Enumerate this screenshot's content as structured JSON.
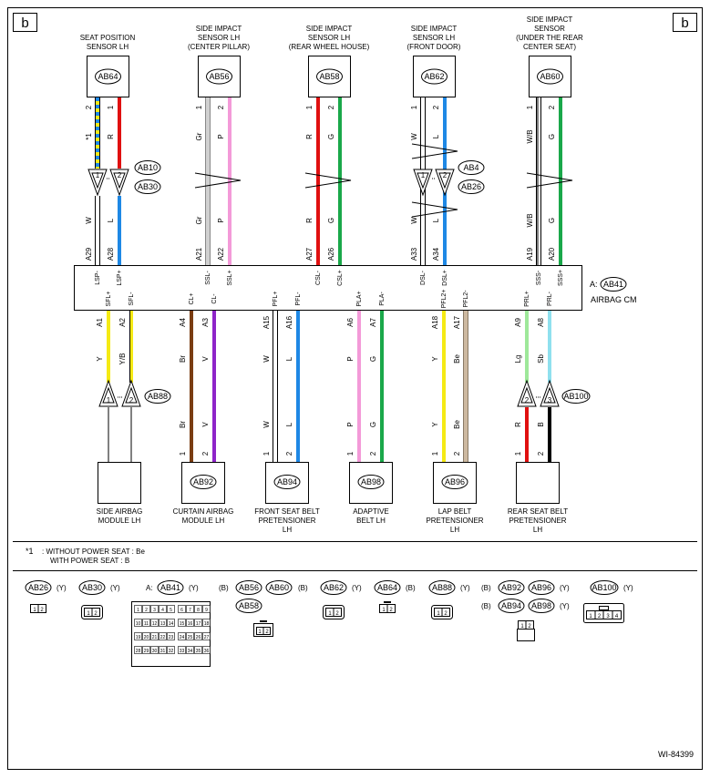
{
  "page": {
    "corner_label": "b",
    "doc_id": "WI-84399"
  },
  "sensors": [
    {
      "id": "seatpos",
      "name1": "SEAT POSITION",
      "name2": "SENSOR LH",
      "name3": "",
      "connector": "AB64",
      "pins": [
        "2",
        "1"
      ],
      "colors": [
        "*1",
        "R"
      ]
    },
    {
      "id": "sicp",
      "name1": "SIDE IMPACT",
      "name2": "SENSOR LH",
      "name3": "(CENTER PILLAR)",
      "connector": "AB56",
      "pins": [
        "1",
        "2"
      ],
      "colors": [
        "Gr",
        "P"
      ]
    },
    {
      "id": "sirw",
      "name1": "SIDE IMPACT",
      "name2": "SENSOR LH",
      "name3": "(REAR WHEEL HOUSE)",
      "connector": "AB58",
      "pins": [
        "1",
        "2"
      ],
      "colors": [
        "R",
        "G"
      ]
    },
    {
      "id": "sifd",
      "name1": "SIDE IMPACT",
      "name2": "SENSOR LH",
      "name3": "(FRONT DOOR)",
      "connector": "AB62",
      "pins": [
        "1",
        "2"
      ],
      "colors": [
        "W",
        "L"
      ]
    },
    {
      "id": "siurs",
      "name1": "SIDE IMPACT",
      "name2": "SENSOR",
      "name3": "(UNDER THE REAR",
      "name4": "CENTER SEAT)",
      "connector": "AB60",
      "pins": [
        "1",
        "2"
      ],
      "colors": [
        "W/B",
        "G"
      ]
    }
  ],
  "upper_wires": [
    {
      "terminal": "A29",
      "signal": "LSP-",
      "lower_color": "W",
      "stroke": "#ffffff"
    },
    {
      "terminal": "A28",
      "signal": "LSP+",
      "lower_color": "L",
      "stroke": "#1e88e5"
    },
    {
      "terminal": "A21",
      "signal": "SSL-",
      "lower_color": "Gr",
      "stroke": "#b0b0b0"
    },
    {
      "terminal": "A22",
      "signal": "SSL+",
      "lower_color": "P",
      "stroke": "#f39ad8"
    },
    {
      "terminal": "A27",
      "signal": "CSL-",
      "lower_color": "R",
      "stroke": "#e01010"
    },
    {
      "terminal": "A26",
      "signal": "CSL+",
      "lower_color": "G",
      "stroke": "#1aa84a"
    },
    {
      "terminal": "A33",
      "signal": "DSL-",
      "lower_color": "W",
      "stroke": "#ffffff"
    },
    {
      "terminal": "A34",
      "signal": "DSL+",
      "lower_color": "L",
      "stroke": "#1e88e5"
    },
    {
      "terminal": "A19",
      "signal": "SSS-",
      "lower_color": "W/B",
      "stroke": "#ffffff"
    },
    {
      "terminal": "A20",
      "signal": "SSS+",
      "lower_color": "G",
      "stroke": "#1aa84a"
    }
  ],
  "inline_connectors_upper": [
    {
      "a": "AB10",
      "b": "AB30",
      "pins": [
        "1",
        "2"
      ]
    },
    {
      "a": "AB4",
      "b": "AB26",
      "pins": [
        "1",
        "2"
      ]
    }
  ],
  "cm": {
    "prefix": "A:",
    "connector": "AB41",
    "name": "AIRBAG CM"
  },
  "lower_wires": [
    {
      "signal": "SFL+",
      "terminal": "A1",
      "color": "Y",
      "stroke": "#f5ea14"
    },
    {
      "signal": "SFL-",
      "terminal": "A2",
      "color": "Y/B",
      "stroke": "#f5ea14"
    },
    {
      "signal": "CL+",
      "terminal": "A4",
      "color": "Br",
      "stroke": "#7a3d12"
    },
    {
      "signal": "CL-",
      "terminal": "A3",
      "color": "V",
      "stroke": "#8e24c8"
    },
    {
      "signal": "PFL+",
      "terminal": "A15",
      "color": "W",
      "stroke": "#ffffff"
    },
    {
      "signal": "PFL-",
      "terminal": "A16",
      "color": "L",
      "stroke": "#1e88e5"
    },
    {
      "signal": "PLA+",
      "terminal": "A6",
      "color": "P",
      "stroke": "#f39ad8"
    },
    {
      "signal": "PLA-",
      "terminal": "A7",
      "color": "G",
      "stroke": "#1aa84a"
    },
    {
      "signal": "PFL2+",
      "terminal": "A18",
      "color": "Y",
      "stroke": "#f5ea14"
    },
    {
      "signal": "PFL2-",
      "terminal": "A17",
      "color": "Be",
      "stroke": "#cdb9a0"
    },
    {
      "signal": "PRL+",
      "terminal": "A9",
      "color": "Lg",
      "stroke": "#9ee89a"
    },
    {
      "signal": "PRL-",
      "terminal": "A8",
      "color": "Sb",
      "stroke": "#8fe0ee"
    }
  ],
  "inline_connectors_lower": [
    {
      "label": "AB88",
      "pins": [
        "1",
        "2"
      ]
    },
    {
      "label": "AB100",
      "pins": [
        "2",
        "3"
      ]
    }
  ],
  "rear_wires_below": [
    {
      "color": "R",
      "stroke": "#e01010"
    },
    {
      "color": "B",
      "stroke": "#000000"
    }
  ],
  "modules": [
    {
      "name1": "SIDE AIRBAG",
      "name2": "MODULE LH",
      "name3": "",
      "connector": "",
      "pins": [
        "",
        ""
      ],
      "colors": [
        "",
        ""
      ]
    },
    {
      "name1": "CURTAIN AIRBAG",
      "name2": "MODULE LH",
      "name3": "",
      "connector": "AB92",
      "pins": [
        "1",
        "2"
      ],
      "colors": [
        "Br",
        "V"
      ]
    },
    {
      "name1": "FRONT SEAT BELT",
      "name2": "PRETENSIONER",
      "name3": "LH",
      "connector": "AB94",
      "pins": [
        "1",
        "2"
      ],
      "colors": [
        "W",
        "L"
      ]
    },
    {
      "name1": "ADAPTIVE",
      "name2": "BELT LH",
      "name3": "",
      "connector": "AB98",
      "pins": [
        "1",
        "2"
      ],
      "colors": [
        "P",
        "G"
      ]
    },
    {
      "name1": "LAP BELT",
      "name2": "PRETENSIONER",
      "name3": "LH",
      "connector": "AB96",
      "pins": [
        "1",
        "2"
      ],
      "colors": [
        "Y",
        "Be"
      ]
    },
    {
      "name1": "REAR SEAT BELT",
      "name2": "PRETENSIONER",
      "name3": "LH",
      "connector": "",
      "pins": [
        "1",
        "2"
      ],
      "colors": [
        "",
        ""
      ]
    }
  ],
  "note": {
    "mark": "*1",
    "line1": ": WITHOUT POWER SEAT  : Be",
    "line2": "WITH POWER SEAT  : B"
  },
  "legend": {
    "ab26": {
      "label": "AB26",
      "color": "(Y)",
      "pins": [
        "1",
        "2"
      ]
    },
    "ab30": {
      "label": "AB30",
      "color": "(Y)",
      "pins": [
        "1",
        "2"
      ]
    },
    "ab41": {
      "prefix": "A:",
      "label": "AB41",
      "color": "(Y)",
      "rows": [
        [
          "1",
          "2",
          "3",
          "4",
          "5",
          "6",
          "7",
          "8",
          "9"
        ],
        [
          "10",
          "11",
          "12",
          "13",
          "14",
          "15",
          "16",
          "17",
          "18"
        ],
        [
          "19",
          "20",
          "21",
          "22",
          "23",
          "24",
          "25",
          "26",
          "27"
        ],
        [
          "28",
          "29",
          "30",
          "31",
          "32",
          "33",
          "34",
          "35",
          "36"
        ]
      ]
    },
    "ab56": {
      "prefix": "(B)",
      "labels": [
        "AB56",
        "AB60"
      ],
      "label2": "AB58",
      "pins": [
        "1",
        "2"
      ]
    },
    "ab62": {
      "prefix": "(B)",
      "label": "AB62",
      "color": "(Y)",
      "pins": [
        "1",
        "2"
      ]
    },
    "ab64": {
      "label": "AB64",
      "color": "(B)",
      "pins": [
        "1",
        "2"
      ]
    },
    "ab88": {
      "label": "AB88",
      "color": "(Y)",
      "pins": [
        "1",
        "2"
      ]
    },
    "ab92": {
      "prefix": "(B)",
      "labels": [
        "AB92",
        "AB96"
      ],
      "color": "(Y)",
      "prefix2": "(B)",
      "labels2": [
        "AB94",
        "AB98"
      ],
      "color2": "(Y)",
      "pins": [
        "1",
        "2"
      ]
    },
    "ab100": {
      "label": "AB100",
      "color": "(Y)",
      "pins": [
        "1",
        "2",
        "3",
        "4"
      ]
    }
  }
}
